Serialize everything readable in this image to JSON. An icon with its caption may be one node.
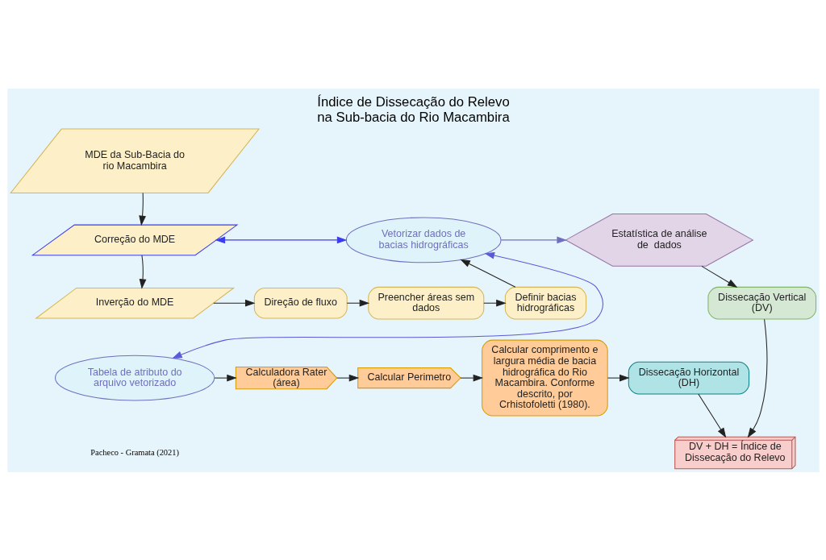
{
  "diagram": {
    "title": "Índice de Dissecação do Relevo na Sub-bacia do Rio Macambira",
    "nodes": [
      {
        "text": [
          "MDE da Sub-Bacia do rio Macambira"
        ]
      },
      {
        "text": [
          "Correção do MDE"
        ]
      },
      {
        "text": [
          "Inverção do MDE"
        ]
      },
      {
        "text": [
          "Direção de fluxo"
        ]
      },
      {
        "text": [
          "Preencher áreas sem dados"
        ]
      },
      {
        "text": [
          "Definir bacias hidrográficas"
        ]
      },
      {
        "text": [
          "Vetorizar dados de bacias hidrográficas"
        ]
      },
      {
        "text": [
          "Estatística de análise de  dados"
        ]
      },
      {
        "text": [
          "Dissecação Vertical (DV)"
        ]
      },
      {
        "text": [
          "Tabela de atributo do arquivo vetorizado"
        ]
      },
      {
        "text": [
          "Calculadora Rater (área)"
        ]
      },
      {
        "text": [
          "Calcular Perimetro"
        ]
      },
      {
        "text": [
          "Calcular comprimento e largura média de bacia hidrográfica do Rio Macambira. Conforme descrito, por Crhistofoletti (1980)."
        ]
      },
      {
        "text": [
          "Dissecação Horizontal (DH)"
        ]
      },
      {
        "text": [
          "DV + DH = Índice de Dissecação do Relevo"
        ]
      }
    ],
    "edges": [
      {
        "from": 0,
        "to": 1,
        "arrow": "to"
      },
      {
        "from": 1,
        "to": 2,
        "arrow": "to"
      },
      {
        "from": 2,
        "to": 3,
        "arrow": "to"
      },
      {
        "from": 3,
        "to": 4,
        "arrow": "to"
      },
      {
        "from": 4,
        "to": 5,
        "arrow": "to"
      },
      {
        "from": 5,
        "to": 6,
        "arrow": "to"
      },
      {
        "from": 1,
        "to": 6,
        "arrow": "both",
        "color": "#3b3bf0"
      },
      {
        "from": 6,
        "to": 7,
        "arrow": "to",
        "color": "#6f6fbf"
      },
      {
        "from": 9,
        "to": 6,
        "arrow": "both",
        "color": "#5a5ad8"
      },
      {
        "from": 7,
        "to": 8,
        "arrow": "to"
      },
      {
        "from": 9,
        "to": 10,
        "arrow": "to"
      },
      {
        "from": 10,
        "to": 11,
        "arrow": "to"
      },
      {
        "from": 11,
        "to": 12,
        "arrow": "to"
      },
      {
        "from": 12,
        "to": 13,
        "arrow": "to"
      },
      {
        "from": 8,
        "to": 14,
        "arrow": "to"
      },
      {
        "from": 13,
        "to": 14,
        "arrow": "to"
      }
    ],
    "labels": [
      "Pacheco - Gramata (2021)"
    ]
  }
}
